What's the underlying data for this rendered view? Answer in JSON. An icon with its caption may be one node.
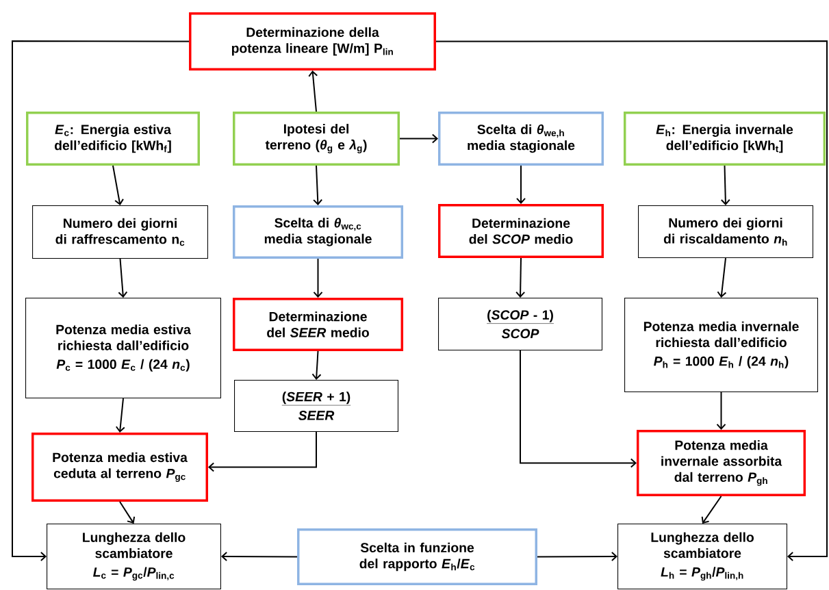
{
  "diagram": {
    "nodes": [
      {
        "text": [
          "Determinazione della potenza lineare [W/m] P$_{lin}$"
        ]
      },
      {
        "text": [
          "*E*$_{c}$: Energia estiva dell’edificio [kWh$_{f}$]"
        ]
      },
      {
        "text": [
          "Ipotesi del terreno (*θ*$_{g}$ e *λ*$_{g}$)"
        ]
      },
      {
        "text": [
          "Scelta di *θ*$_{we,h}$ media stagionale"
        ]
      },
      {
        "text": [
          "*E*$_{h}$: Energia invernale dell’edificio [kWh$_{t}$]"
        ]
      },
      {
        "text": [
          "Numero dei giorni di raffrescamento n$_{c}$"
        ]
      },
      {
        "text": [
          "Scelta di *θ*$_{wc,c}$ media stagionale"
        ]
      },
      {
        "text": [
          "Determinazione del *SCOP* medio"
        ]
      },
      {
        "text": [
          "Numero dei giorni di riscaldamento *n*$_{h}$"
        ]
      },
      {
        "text": [
          "Potenza media estiva richiesta dall’edificio",
          "*P*$_{c}$ = 1000 *E*$_{c}$ / (24 *n*$_{c}$)"
        ]
      },
      {
        "text": [
          "Determinazione del *SEER* medio"
        ]
      },
      {
        "text": [
          "(*SCOP* - 1)",
          "SCOP"
        ]
      },
      {
        "text": [
          "Potenza media invernale richiesta dall’edificio",
          "*P*$_{h}$ = 1000 *E*$_{h}$ / (24 *n*$_{h}$)"
        ]
      },
      {
        "text": [
          "(*SEER* + 1)",
          "SEER"
        ]
      },
      {
        "text": [
          "Potenza media estiva ceduta al terreno *P*$_{gc}$"
        ]
      },
      {
        "text": [
          "Potenza media invernale assorbita dal terreno *P*$_{gh}$"
        ]
      },
      {
        "text": [
          "Lunghezza dello scambiatore",
          "*L*$_{c}$ = *P*$_{gc}$/*P*$_{lin,c}$"
        ]
      },
      {
        "text": [
          "Scelta in funzione del rapporto *E*$_{h}$/*E*$_{c}$"
        ]
      },
      {
        "text": [
          "Lunghezza dello scambiatore",
          "*L*$_{h}$ = *P*$_{gh}$/*P*$_{lin,h}$"
        ]
      }
    ],
    "edges": [
      {
        "from": 2,
        "to": 0,
        "arrow": "to"
      },
      {
        "from": 0,
        "to": 16,
        "arrow": "to"
      },
      {
        "from": 0,
        "to": 18,
        "arrow": "to"
      },
      {
        "from": 2,
        "to": 3,
        "arrow": "to"
      },
      {
        "from": 1,
        "to": 5,
        "arrow": "to"
      },
      {
        "from": 2,
        "to": 6,
        "arrow": "to"
      },
      {
        "from": 3,
        "to": 7,
        "arrow": "to"
      },
      {
        "from": 4,
        "to": 8,
        "arrow": "to"
      },
      {
        "from": 5,
        "to": 9,
        "arrow": "to"
      },
      {
        "from": 6,
        "to": 10,
        "arrow": "to"
      },
      {
        "from": 7,
        "to": 11,
        "arrow": "to"
      },
      {
        "from": 8,
        "to": 12,
        "arrow": "to"
      },
      {
        "from": 10,
        "to": 13,
        "arrow": "to"
      },
      {
        "from": 13,
        "to": 14,
        "arrow": "to"
      },
      {
        "from": 9,
        "to": 14,
        "arrow": "to"
      },
      {
        "from": 11,
        "to": 15,
        "arrow": "to"
      },
      {
        "from": 12,
        "to": 15,
        "arrow": "to"
      },
      {
        "from": 14,
        "to": 16,
        "arrow": "to"
      },
      {
        "from": 15,
        "to": 18,
        "arrow": "to"
      },
      {
        "from": 17,
        "to": 16,
        "arrow": "to"
      },
      {
        "from": 17,
        "to": 18,
        "arrow": "to"
      }
    ]
  }
}
